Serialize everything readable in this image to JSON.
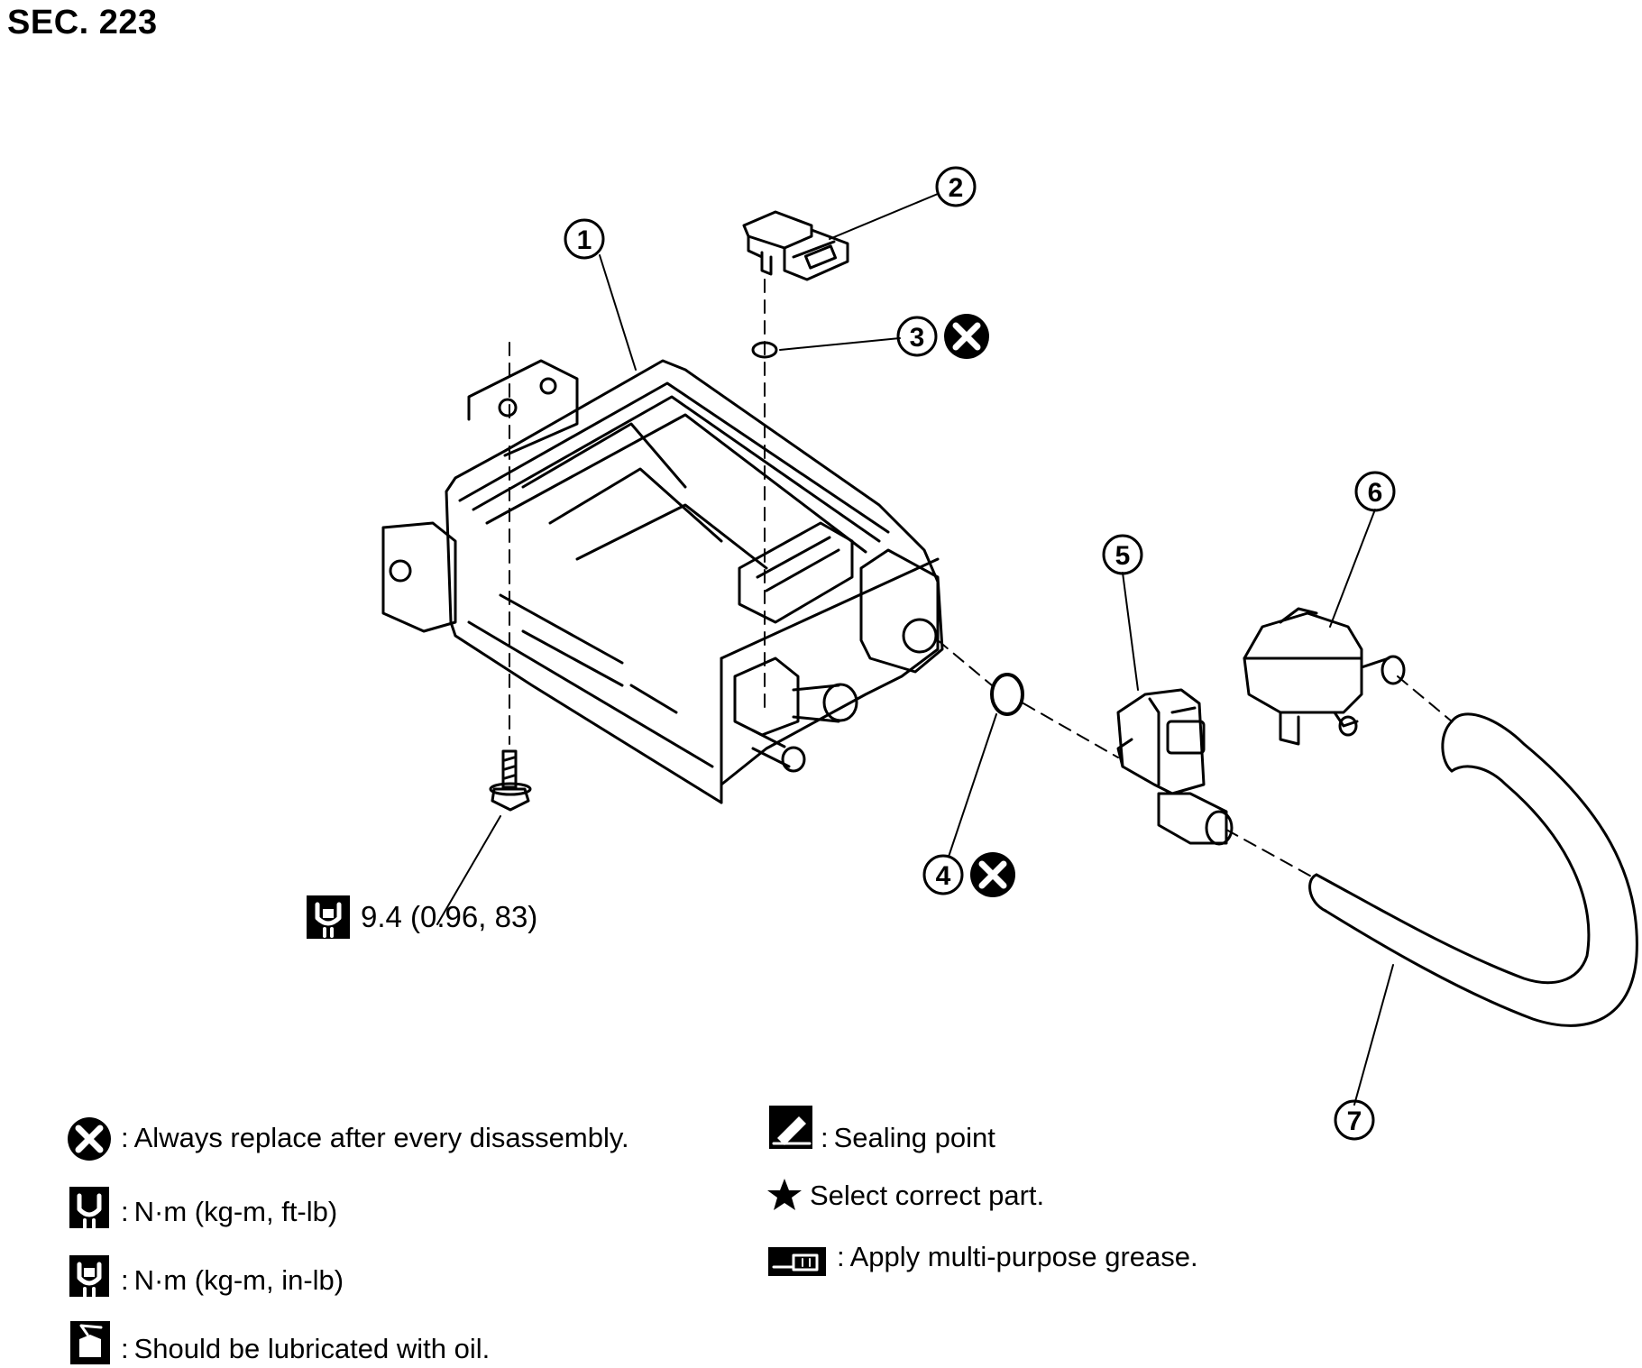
{
  "section": "SEC. 223",
  "callouts": [
    {
      "num": "1"
    },
    {
      "num": "2"
    },
    {
      "num": "3"
    },
    {
      "num": "4"
    },
    {
      "num": "5"
    },
    {
      "num": "6"
    },
    {
      "num": "7"
    }
  ],
  "torque": "9.4 (0.96, 83)",
  "legend": {
    "replace": "Always replace after every disassembly.",
    "nm_ftlb": "N·m (kg-m, ft-lb)",
    "nm_inlb": "N·m (kg-m, in-lb)",
    "oil": "Should be lubricated with oil.",
    "sealing": "Sealing point",
    "select": "Select correct part.",
    "grease": "Apply multi-purpose grease."
  },
  "colors": {
    "ink": "#000000",
    "paper": "#ffffff"
  }
}
